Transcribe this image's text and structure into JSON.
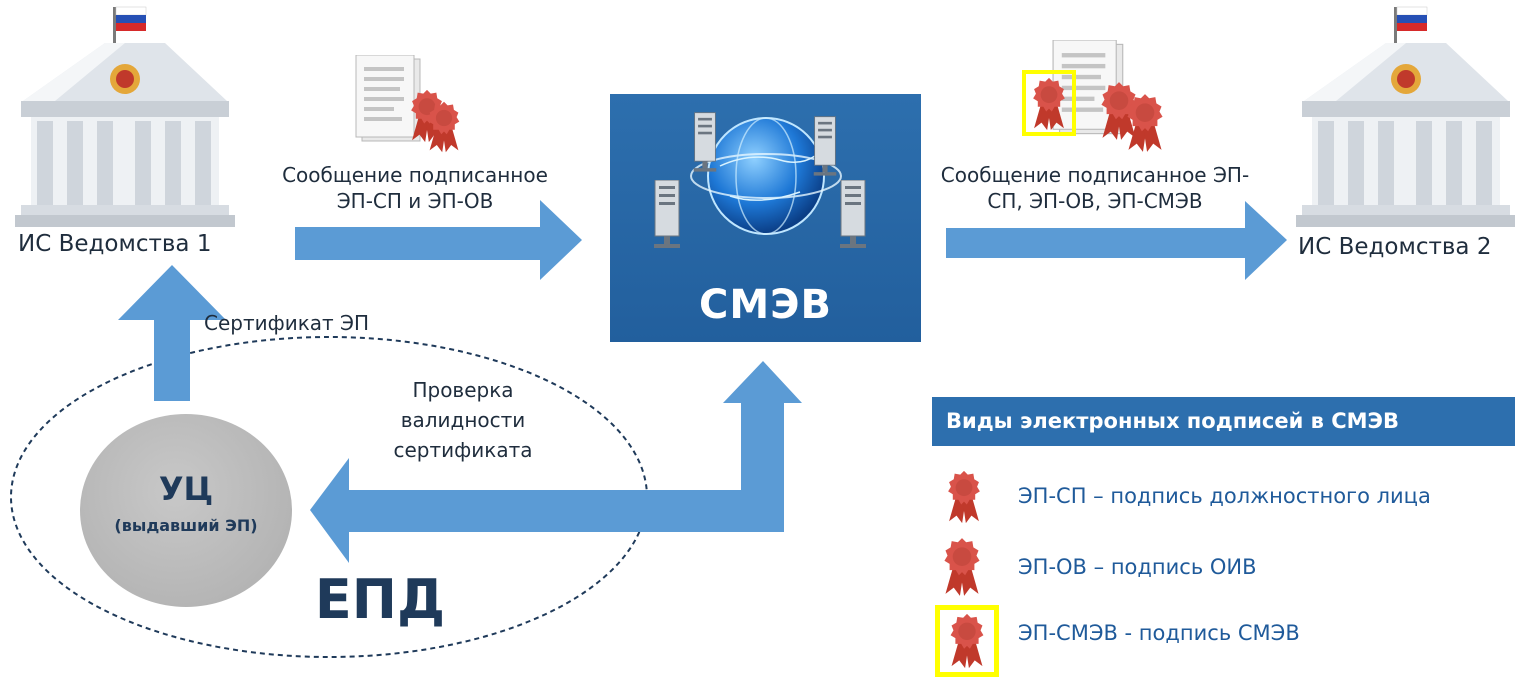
{
  "agency_left": {
    "label": "ИС Ведомства 1"
  },
  "agency_right": {
    "label": "ИС Ведомства 2"
  },
  "message_left": {
    "text": "Сообщение подписанное ЭП-СП и ЭП-ОВ"
  },
  "message_right": {
    "text": "Сообщение подписанное ЭП-СП, ЭП-ОВ, ЭП-СМЭВ"
  },
  "smev": {
    "title": "СМЭВ"
  },
  "certificate": {
    "label": "Сертификат ЭП"
  },
  "validity_check": {
    "text": "Проверка валидности сертификата"
  },
  "ca": {
    "title": "УЦ",
    "subtitle": "(выдавший ЭП)"
  },
  "epd": {
    "label": "ЕПД"
  },
  "legend": {
    "title": "Виды электронных подписей в СМЭВ",
    "items": [
      {
        "text": "ЭП-СП – подпись должностного лица"
      },
      {
        "text": "ЭП-ОВ – подпись ОИВ"
      },
      {
        "text": "ЭП-СМЭВ - подпись СМЭВ"
      }
    ]
  },
  "colors": {
    "arrow": "#5b9bd5",
    "smev_box": "#2d6fae",
    "seal": "#d9534a",
    "highlight": "#ffff00",
    "ca_circle": "#b5b5b5"
  }
}
